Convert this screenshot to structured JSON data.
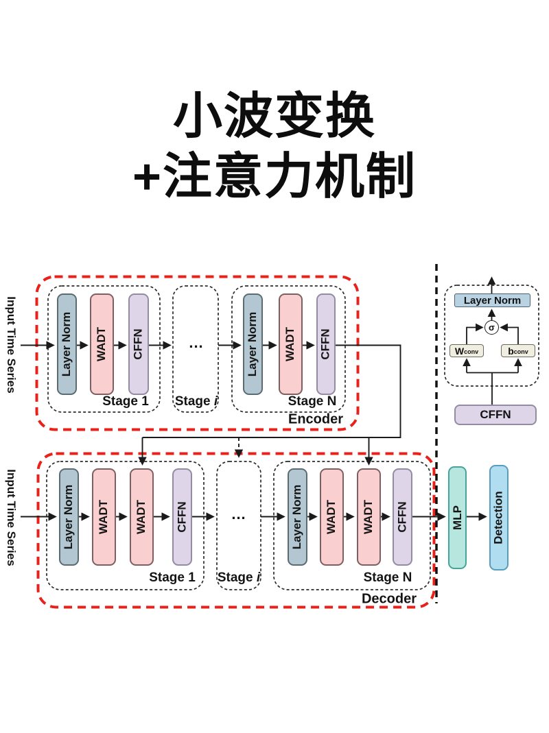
{
  "title": {
    "line1": "小波变换",
    "line2": "+注意力机制"
  },
  "encoder": {
    "input_label": "Input Time Series",
    "label": "Encoder",
    "stages": [
      {
        "label": "Stage 1",
        "blocks": [
          "Layer Norm",
          "WADT",
          "CFFN"
        ]
      },
      {
        "label_prefix": "Stage ",
        "label_var": "i",
        "dots": "..."
      },
      {
        "label": "Stage N",
        "blocks": [
          "Layer Norm",
          "WADT",
          "CFFN"
        ]
      }
    ]
  },
  "decoder": {
    "input_label": "Input Time Series",
    "label": "Decoder",
    "stages": [
      {
        "label": "Stage 1",
        "blocks": [
          "Layer Norm",
          "WADT",
          "WADT",
          "CFFN"
        ]
      },
      {
        "label_prefix": "Stage ",
        "label_var": "i",
        "dots": "..."
      },
      {
        "label": "Stage N",
        "blocks": [
          "Layer Norm",
          "WADT",
          "WADT",
          "CFFN"
        ]
      }
    ]
  },
  "output_head": {
    "mlp": "MLP",
    "detection": "Detection"
  },
  "cffn_detail": {
    "layer_norm": "Layer Norm",
    "sigma": "σ",
    "w": {
      "base": "W",
      "sub": "conv"
    },
    "b": {
      "base": "b",
      "sub": "conv"
    },
    "cffn": "CFFN"
  },
  "colors": {
    "highlight_red": "#e8221a",
    "layer_norm_fill": "#b2c7d1",
    "wadt_fill": "#f9cfd0",
    "cffn_fill": "#ded6e8",
    "mlp_fill": "#b6e6de",
    "detection_fill": "#b1ddf0",
    "conv_box_fill": "#f0eee0",
    "line_black": "#1a1a1a"
  }
}
